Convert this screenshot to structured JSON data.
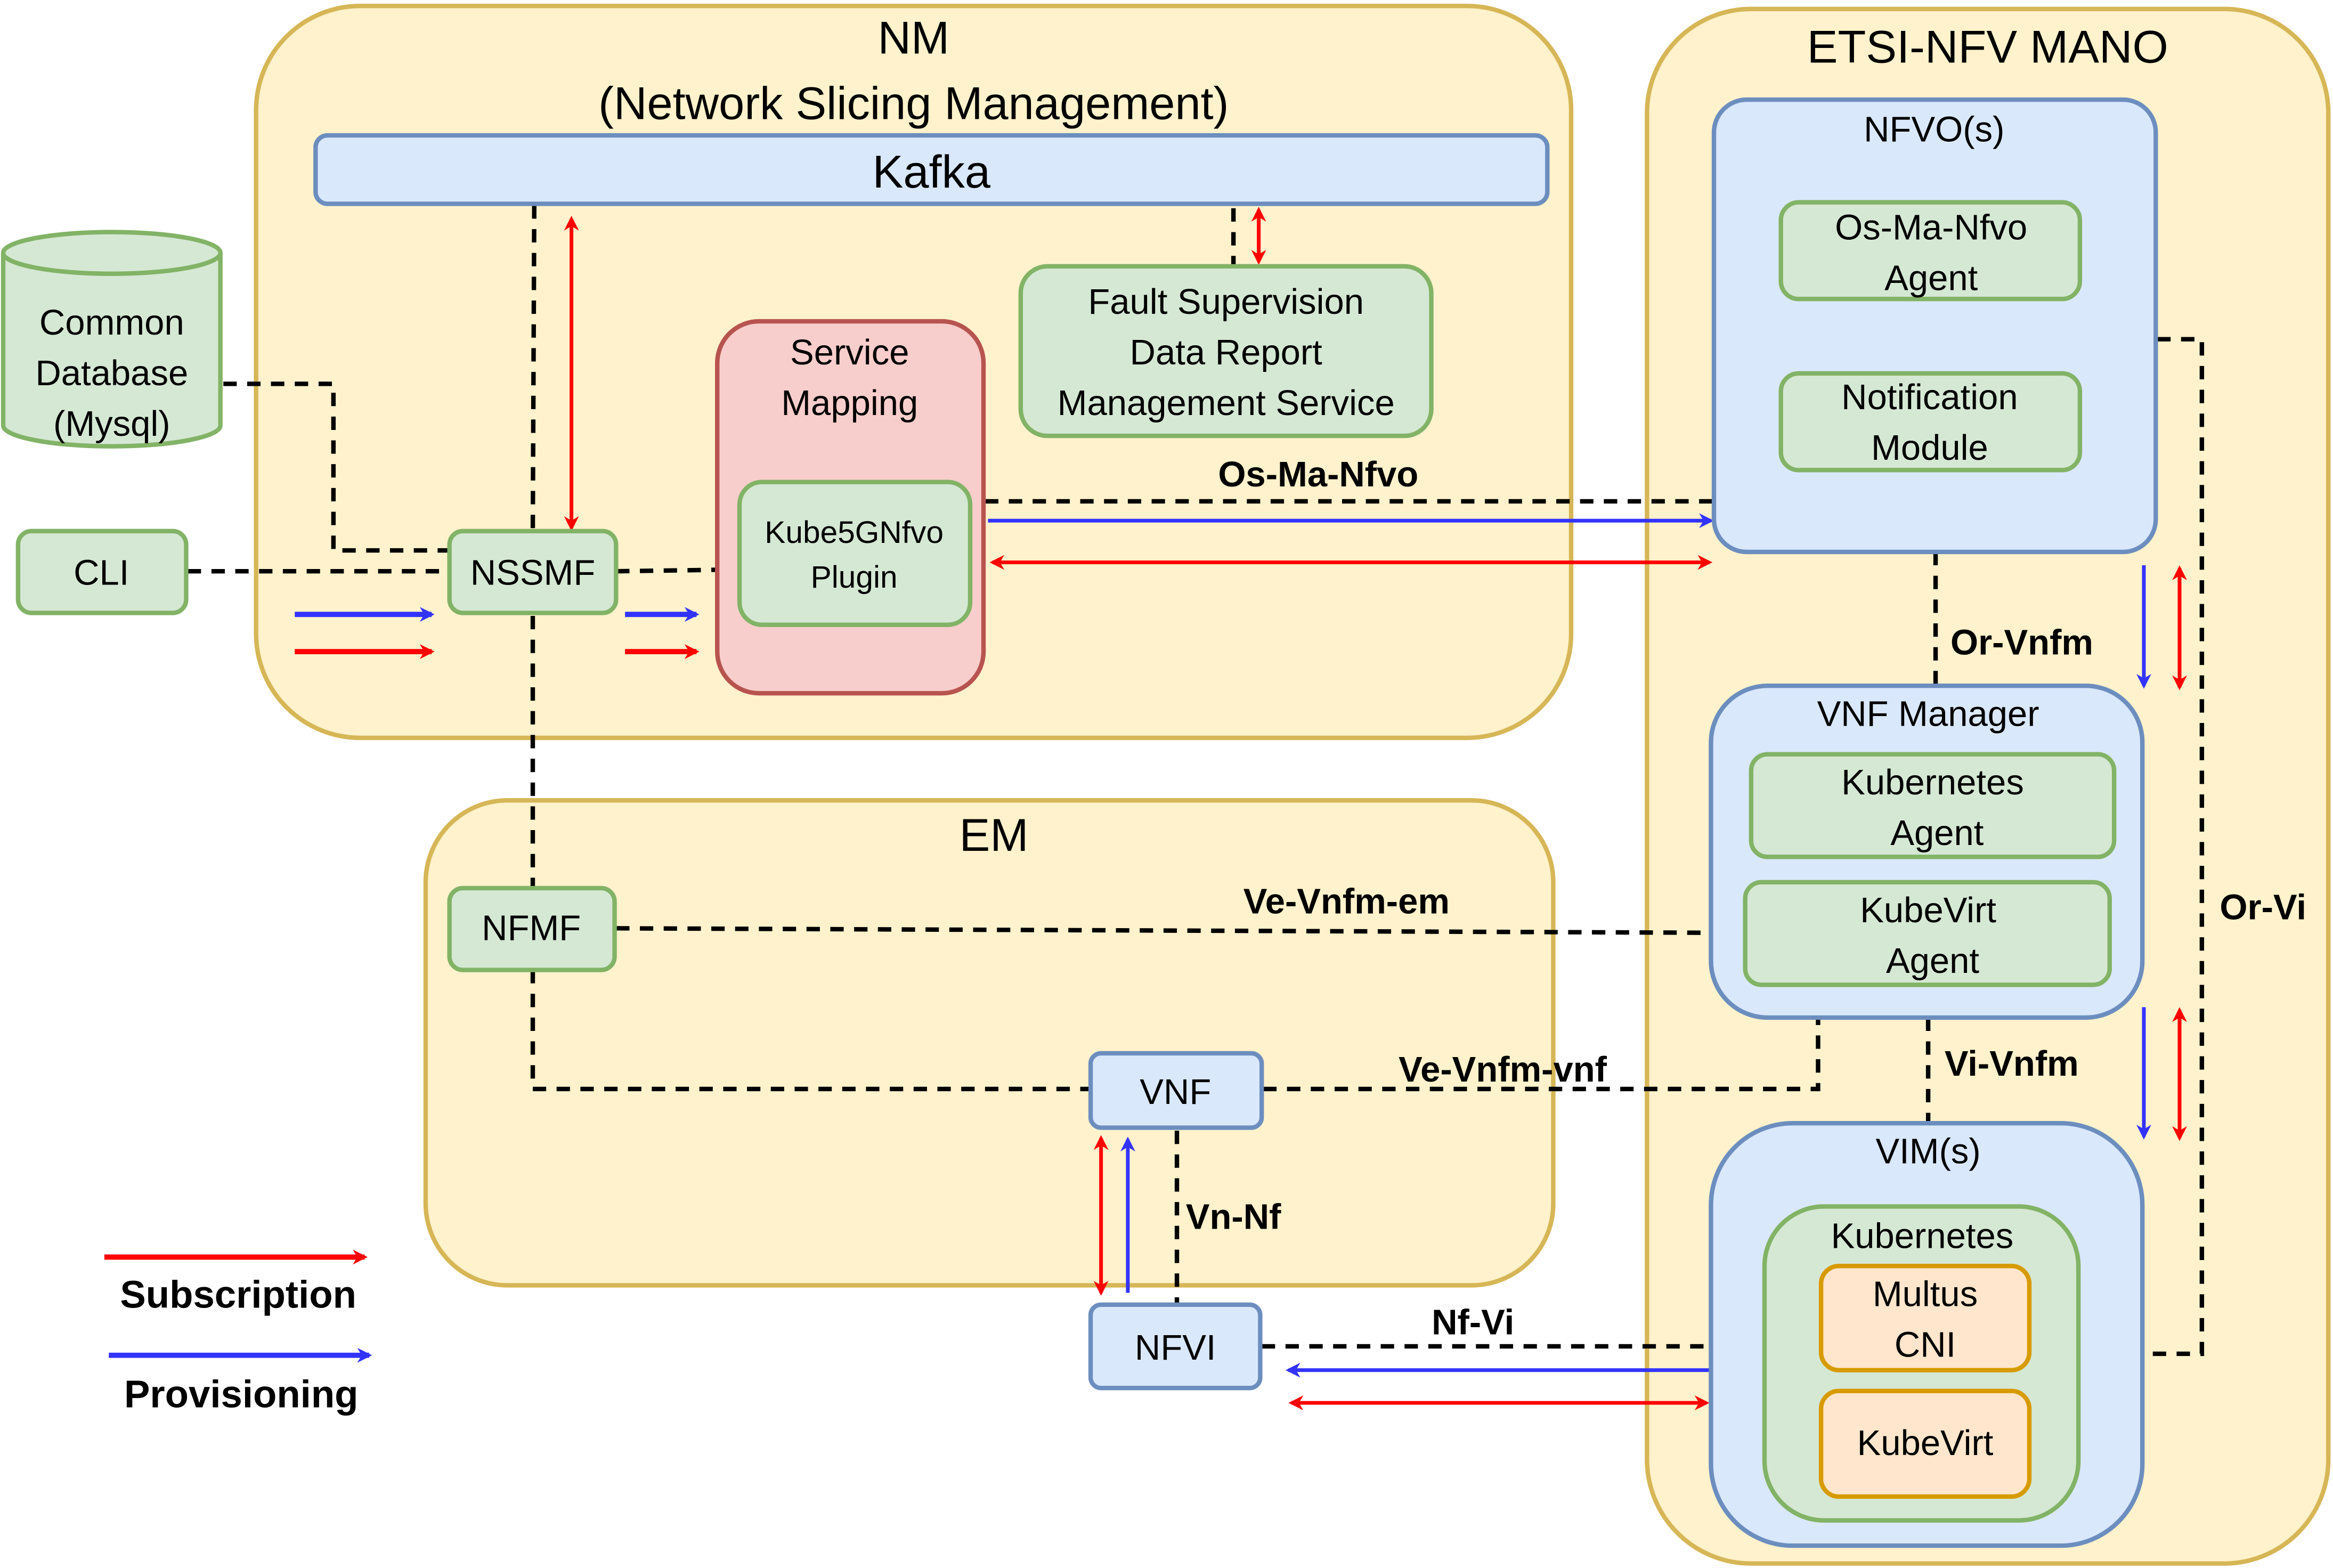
{
  "colors": {
    "group_fill": "#fff2cc",
    "group_stroke": "#d6b656",
    "blue_fill": "#dae8fc",
    "blue_stroke": "#6c8ebf",
    "green_fill": "#d5e8d4",
    "green_stroke": "#82b366",
    "red_fill": "#f8cecc",
    "red_stroke": "#b85450",
    "orange_fill": "#ffe6cc",
    "orange_stroke": "#d79b00",
    "subscription": "#ff0000",
    "provisioning": "#3333ff"
  },
  "groups": {
    "nm": {
      "title_line1": "NM",
      "title_line2": "(Network Slicing Management)"
    },
    "em": {
      "title": "EM"
    },
    "mano": {
      "title": "ETSI-NFV MANO"
    }
  },
  "nodes": {
    "kafka": "Kafka",
    "common_db": [
      "Common",
      "Database",
      "(Mysql)"
    ],
    "cli": "CLI",
    "nssmf": "NSSMF",
    "service_mapping": [
      "Service",
      "Mapping"
    ],
    "kube5g_plugin": [
      "Kube5GNfvo",
      "Plugin"
    ],
    "fault_supervision": [
      "Fault Supervision",
      "Data Report",
      "Management Service"
    ],
    "nfmf": "NFMF",
    "vnf": "VNF",
    "nfvi": "NFVI",
    "nfvo": "NFVO(s)",
    "os_ma_nfvo_agent": [
      "Os-Ma-Nfvo",
      "Agent"
    ],
    "notification_module": [
      "Notification",
      "Module"
    ],
    "vnf_manager": "VNF Manager",
    "kubernetes_agent": [
      "Kubernetes",
      "Agent"
    ],
    "kubevirt_agent": [
      "KubeVirt",
      "Agent"
    ],
    "vim": "VIM(s)",
    "kubernetes": "Kubernetes",
    "multus_cni": [
      "Multus",
      "CNI"
    ],
    "kubevirt": "KubeVirt"
  },
  "interfaces": {
    "os_ma_nfvo": "Os-Ma-Nfvo",
    "or_vnfm": "Or-Vnfm",
    "or_vi": "Or-Vi",
    "ve_vnfm_em": "Ve-Vnfm-em",
    "ve_vnfm_vnf": "Ve-Vnfm-vnf",
    "vi_vnfm": "Vi-Vnfm",
    "vn_nf": "Vn-Nf",
    "nf_vi": "Nf-Vi"
  },
  "legend": {
    "subscription": "Subscription",
    "provisioning": "Provisioning"
  }
}
